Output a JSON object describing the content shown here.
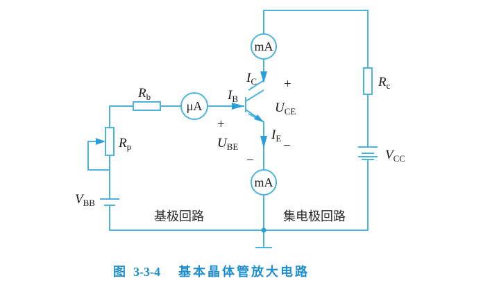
{
  "diagram": {
    "type": "circuit",
    "title": "basic transistor amplifier circuit",
    "wire_color": "#4ab3de",
    "caption_color": "#1d8fd0",
    "components": {
      "Rb": {
        "symbol": "R",
        "sub": "b"
      },
      "Rp": {
        "symbol": "R",
        "sub": "p"
      },
      "Rc": {
        "symbol": "R",
        "sub": "c"
      },
      "VBB": {
        "symbol": "V",
        "sub": "BB"
      },
      "VCC": {
        "symbol": "V",
        "sub": "CC"
      },
      "meter_base": "μA",
      "meter_collector": "mA",
      "meter_emitter": "mA"
    },
    "currents": {
      "IB": {
        "symbol": "I",
        "sub": "B"
      },
      "IC": {
        "symbol": "I",
        "sub": "C"
      },
      "IE": {
        "symbol": "I",
        "sub": "E"
      }
    },
    "voltages": {
      "UBE": {
        "symbol": "U",
        "sub": "BE",
        "plus": "+",
        "minus": "−"
      },
      "UCE": {
        "symbol": "U",
        "sub": "CE",
        "plus": "+",
        "minus": "−"
      }
    },
    "regions": {
      "base_loop": "基极回路",
      "collector_loop": "集电极回路"
    }
  },
  "caption": {
    "prefix": "图",
    "number": "3-3-4",
    "text": "基本晶体管放大电路"
  }
}
